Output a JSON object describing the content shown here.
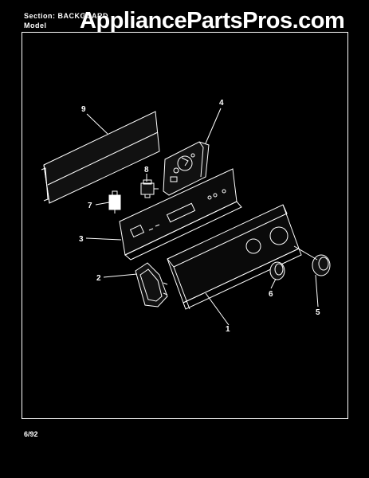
{
  "header": {
    "section_label": "Section:",
    "section_value": "BACKGUARD",
    "model_label": "Model"
  },
  "watermark": "AppliancePartsPros.com",
  "footer": {
    "date": "6/92"
  },
  "callouts": [
    "1",
    "2",
    "3",
    "4",
    "5",
    "6",
    "7",
    "8",
    "9"
  ]
}
